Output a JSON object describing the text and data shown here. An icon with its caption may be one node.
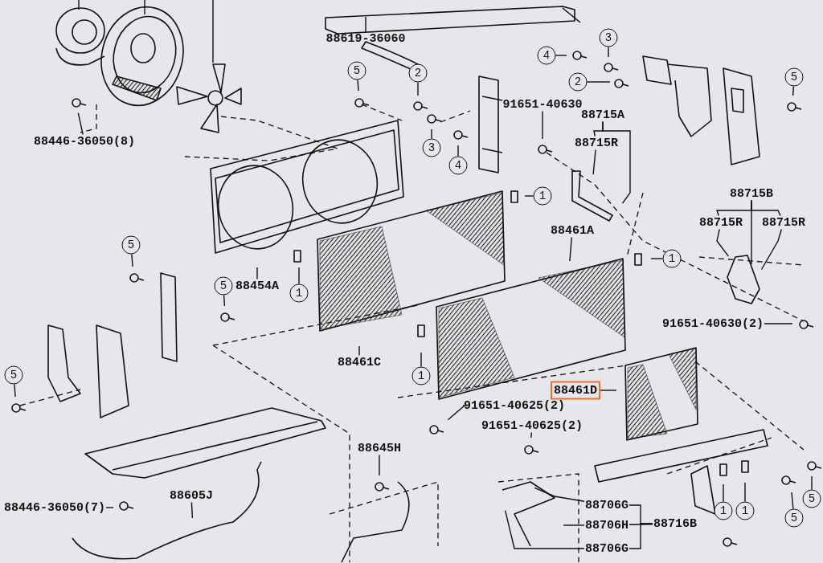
{
  "diagram": {
    "nodes": [
      {
        "text": [
          "88619-36060"
        ]
      },
      {
        "text": [
          "88446-36050(8)"
        ]
      },
      {
        "text": [
          "91651-40630"
        ]
      },
      {
        "text": [
          "88715A"
        ]
      },
      {
        "text": [
          "88715R"
        ]
      },
      {
        "text": [
          "88715B"
        ]
      },
      {
        "text": [
          "88715R"
        ]
      },
      {
        "text": [
          "88715R"
        ]
      },
      {
        "text": [
          "88461A"
        ]
      },
      {
        "text": [
          "88454A"
        ]
      },
      {
        "text": [
          "88461C"
        ]
      },
      {
        "text": [
          "91651-40630(2)"
        ]
      },
      {
        "text": [
          "88461D"
        ]
      },
      {
        "text": [
          "91651-40625(2)"
        ]
      },
      {
        "text": [
          "91651-40625(2)"
        ]
      },
      {
        "text": [
          "88645H"
        ]
      },
      {
        "text": [
          "88446-36050(7)"
        ]
      },
      {
        "text": [
          "88605J"
        ]
      },
      {
        "text": [
          "88706G"
        ]
      },
      {
        "text": [
          "88706H"
        ]
      },
      {
        "text": [
          "88716B"
        ]
      },
      {
        "text": [
          "88706G"
        ]
      },
      {
        "text": [
          "5"
        ]
      },
      {
        "text": [
          "2"
        ]
      },
      {
        "text": [
          "3"
        ]
      },
      {
        "text": [
          "4"
        ]
      },
      {
        "text": [
          "3"
        ]
      },
      {
        "text": [
          "4"
        ]
      },
      {
        "text": [
          "2"
        ]
      },
      {
        "text": [
          "5"
        ]
      },
      {
        "text": [
          "1"
        ]
      },
      {
        "text": [
          "5"
        ]
      },
      {
        "text": [
          "5"
        ]
      },
      {
        "text": [
          "1"
        ]
      },
      {
        "text": [
          "1"
        ]
      },
      {
        "text": [
          "1"
        ]
      },
      {
        "text": [
          "5"
        ]
      },
      {
        "text": [
          "1"
        ]
      },
      {
        "text": [
          "1"
        ]
      },
      {
        "text": [
          "5"
        ]
      },
      {
        "text": [
          "5"
        ]
      }
    ],
    "edges": [
      {
        "from": 0,
        "to": null,
        "arrow": "none"
      },
      {
        "from": 1,
        "to": null,
        "arrow": "none"
      },
      {
        "from": 2,
        "to": null,
        "arrow": "none"
      },
      {
        "from": 3,
        "to": 4,
        "arrow": "none"
      },
      {
        "from": 3,
        "to": null,
        "arrow": "none"
      },
      {
        "from": 4,
        "to": null,
        "arrow": "none"
      },
      {
        "from": 5,
        "to": null,
        "arrow": "none"
      },
      {
        "from": 5,
        "to": 6,
        "arrow": "none"
      },
      {
        "from": 5,
        "to": 7,
        "arrow": "none"
      },
      {
        "from": 6,
        "to": null,
        "arrow": "none"
      },
      {
        "from": 7,
        "to": null,
        "arrow": "none"
      },
      {
        "from": 8,
        "to": null,
        "arrow": "none"
      },
      {
        "from": 9,
        "to": null,
        "arrow": "none"
      },
      {
        "from": 10,
        "to": null,
        "arrow": "none"
      },
      {
        "from": 11,
        "to": null,
        "arrow": "none"
      },
      {
        "from": 12,
        "to": null,
        "arrow": "none"
      },
      {
        "from": 13,
        "to": null,
        "arrow": "none"
      },
      {
        "from": 14,
        "to": null,
        "arrow": "none"
      },
      {
        "from": 15,
        "to": null,
        "arrow": "none"
      },
      {
        "from": 16,
        "to": null,
        "arrow": "none"
      },
      {
        "from": 17,
        "to": null,
        "arrow": "none"
      },
      {
        "from": 18,
        "to": null,
        "arrow": "none"
      },
      {
        "from": 19,
        "to": null,
        "arrow": "none"
      },
      {
        "from": 20,
        "to": 18,
        "arrow": "none"
      },
      {
        "from": 20,
        "to": 19,
        "arrow": "none"
      },
      {
        "from": 20,
        "to": 21,
        "arrow": "none"
      },
      {
        "from": 21,
        "to": null,
        "arrow": "none"
      },
      {
        "from": 22,
        "to": null,
        "arrow": "none"
      },
      {
        "from": 23,
        "to": null,
        "arrow": "none"
      },
      {
        "from": 24,
        "to": null,
        "arrow": "none"
      },
      {
        "from": 25,
        "to": null,
        "arrow": "none"
      },
      {
        "from": 26,
        "to": null,
        "arrow": "none"
      },
      {
        "from": 27,
        "to": null,
        "arrow": "none"
      },
      {
        "from": 28,
        "to": null,
        "arrow": "none"
      },
      {
        "from": 29,
        "to": null,
        "arrow": "none"
      },
      {
        "from": 30,
        "to": null,
        "arrow": "none"
      },
      {
        "from": 31,
        "to": null,
        "arrow": "none"
      },
      {
        "from": 32,
        "to": null,
        "arrow": "none"
      },
      {
        "from": 33,
        "to": null,
        "arrow": "none"
      },
      {
        "from": 34,
        "to": null,
        "arrow": "none"
      },
      {
        "from": 35,
        "to": null,
        "arrow": "none"
      },
      {
        "from": 36,
        "to": null,
        "arrow": "none"
      },
      {
        "from": 37,
        "to": null,
        "arrow": "none"
      },
      {
        "from": 38,
        "to": null,
        "arrow": "none"
      },
      {
        "from": 39,
        "to": null,
        "arrow": "none"
      },
      {
        "from": 40,
        "to": null,
        "arrow": "none"
      }
    ]
  }
}
